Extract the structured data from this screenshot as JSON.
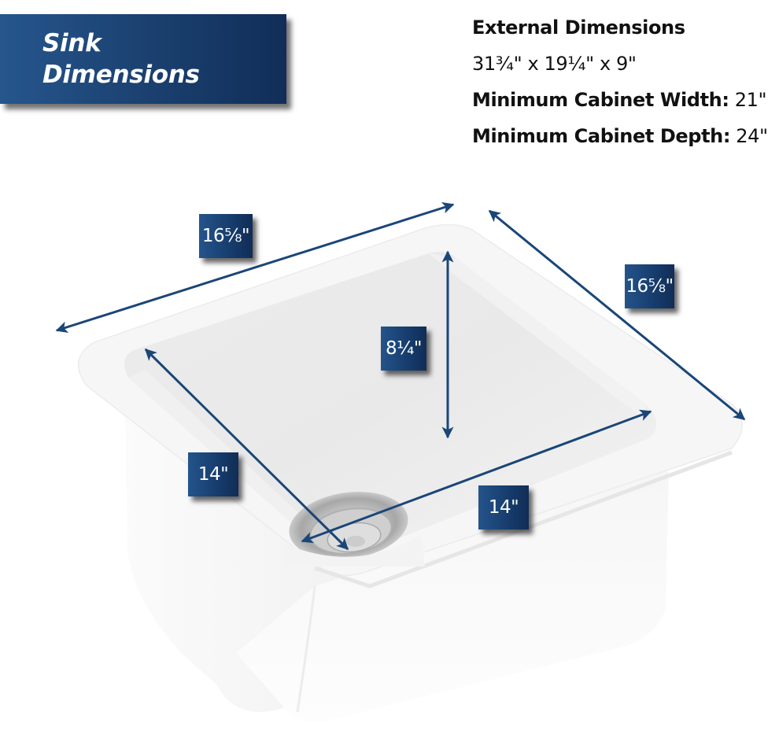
{
  "banner": {
    "title_line1": "Sink",
    "title_line2": "Dimensions",
    "gradient": [
      "#26568d",
      "#112e58"
    ]
  },
  "specs": {
    "heading": "External Dimensions",
    "external": "31¾\" x 19¼\" x 9\"",
    "min_width_label": "Minimum Cabinet Width:",
    "min_width_value": " 21\"",
    "min_depth_label": "Minimum Cabinet Depth:",
    "min_depth_value": " 24\""
  },
  "dimensions": {
    "top_length": "16⅝\"",
    "right_depth": "16⅝\"",
    "bowl_depth": "8¼\"",
    "bowl_left": "14\"",
    "bowl_front": "14\""
  },
  "colors": {
    "accent": "#1b4677",
    "arrow": "#1a4678",
    "sink": "#f7f7f7",
    "text": "#111111"
  }
}
